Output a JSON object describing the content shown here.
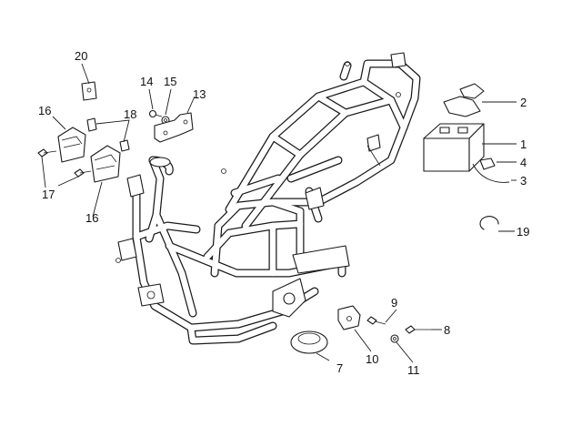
{
  "callouts": [
    {
      "id": "c20",
      "text": "20"
    },
    {
      "id": "c14",
      "text": "14"
    },
    {
      "id": "c15",
      "text": "15"
    },
    {
      "id": "c13",
      "text": "13"
    },
    {
      "id": "c16a",
      "text": "16"
    },
    {
      "id": "c18",
      "text": "18"
    },
    {
      "id": "c17",
      "text": "17"
    },
    {
      "id": "c16b",
      "text": "16"
    },
    {
      "id": "c2",
      "text": "2"
    },
    {
      "id": "c1",
      "text": "1"
    },
    {
      "id": "c4",
      "text": "4"
    },
    {
      "id": "c3",
      "text": "3"
    },
    {
      "id": "c19",
      "text": "19"
    },
    {
      "id": "c9",
      "text": "9"
    },
    {
      "id": "c8",
      "text": "8"
    },
    {
      "id": "c7",
      "text": "7"
    },
    {
      "id": "c10",
      "text": "10"
    },
    {
      "id": "c11",
      "text": "11"
    }
  ]
}
